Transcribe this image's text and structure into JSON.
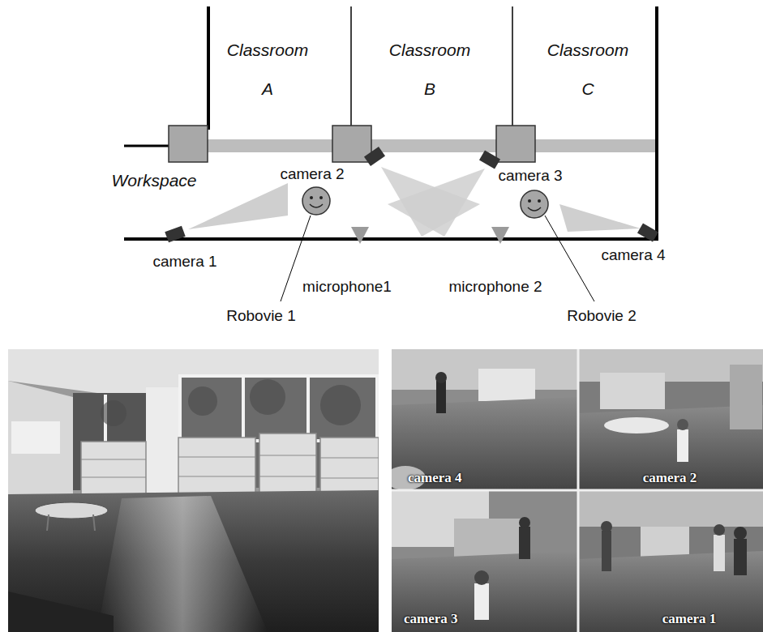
{
  "diagram": {
    "labels": [
      "Classroom A",
      "Classroom B",
      "Classroom C",
      "Workspace",
      "camera 2",
      "camera 3",
      "camera 1",
      "camera 4",
      "microphone1",
      "microphone 2",
      "Robovie 1",
      "Robovie 2",
      "camera 4",
      "camera 2",
      "camera 3",
      "camera 1"
    ]
  }
}
